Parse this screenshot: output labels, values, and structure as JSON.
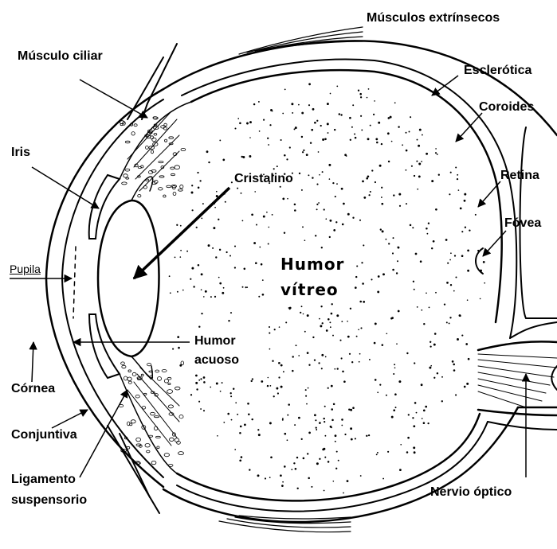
{
  "labels": {
    "musculos_extrinsecos": "Músculos extrínsecos",
    "musculo_ciliar": "Músculo ciliar",
    "esclerotica": "Esclerótica",
    "coroides": "Coroides",
    "retina": "Retina",
    "iris": "Iris",
    "cristalino": "Cristalino",
    "fovea": "Fóvea",
    "pupila": "Pupila",
    "humor_vitreo_1": "Humor",
    "humor_vitreo_2": "vítreo",
    "humor_acuoso_1": "Humor",
    "humor_acuoso_2": "acuoso",
    "cornea": "Córnea",
    "conjuntiva": "Conjuntiva",
    "ligamento_1": "Ligamento",
    "ligamento_2": "suspensorio",
    "nervio_optico": "Nervio óptico"
  },
  "colors": {
    "ink": "#000000",
    "background": "#ffffff"
  }
}
